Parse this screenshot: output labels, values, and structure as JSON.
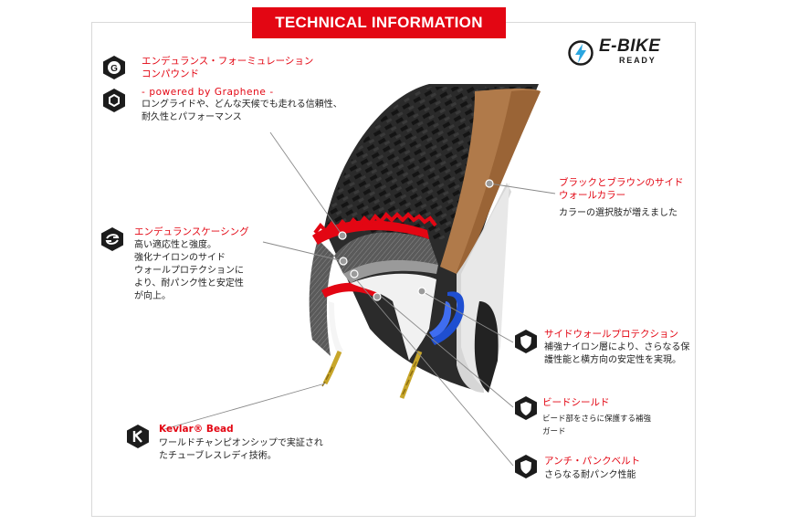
{
  "banner": {
    "title": "TECHNICAL INFORMATION"
  },
  "badge": {
    "title": "E-BIKE",
    "subtitle": "READY"
  },
  "features": {
    "endurance_compound": {
      "title_line1": "エンデュランス・フォーミュレーション",
      "title_line2": "コンパウンド",
      "tagline": "- powered by Graphene -",
      "body_line1": "ロングライドや、どんな天候でも走れる信頼性、",
      "body_line2": "耐久性とパフォーマンス"
    },
    "endurance_casing": {
      "title": "エンデュランスケーシング",
      "body_line1": "高い適応性と強度。",
      "body_line2": "強化ナイロンのサイド",
      "body_line3": "ウォールプロテクションに",
      "body_line4": "より、耐パンク性と安定性",
      "body_line5": "が向上。"
    },
    "sidewall_color": {
      "title_line1": "ブラックとブラウンのサイド",
      "title_line2": "ウォールカラー",
      "body": "カラーの選択肢が増えました"
    },
    "sidewall_protection": {
      "title": "サイドウォールプロテクション",
      "body_line1": "補強ナイロン層により、さらなる保",
      "body_line2": "護性能と横方向の安定性を実現。"
    },
    "bead_shield": {
      "title": "ビードシールド",
      "body_line1": "ビード部をさらに保護する補強",
      "body_line2": "ガード"
    },
    "kevlar_bead": {
      "title": "Kevlar® Bead",
      "body_line1": "ワールドチャンピオンシップで実証され",
      "body_line2": "たチューブレスレディ技術。"
    },
    "anti_puncture_belt": {
      "title": "アンチ・パンクベルト",
      "body": "さらなる耐パンク性能"
    }
  },
  "colors": {
    "accent": "#e30613",
    "tan": "#b07a4a",
    "blue": "#1f4fd1",
    "dark": "#1a1a1a"
  }
}
